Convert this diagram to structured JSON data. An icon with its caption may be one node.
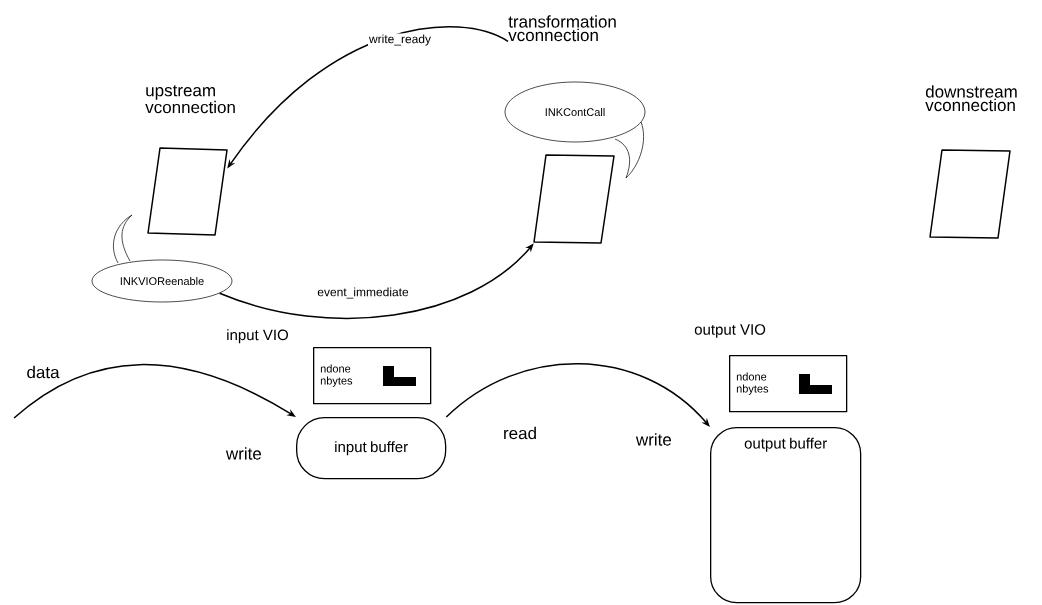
{
  "diagram": {
    "nodes": [
      {
        "text": [
          "transformation vconnection"
        ]
      },
      {
        "text": [
          "upstream vconnection"
        ]
      },
      {
        "text": [
          "downstream vconnection"
        ]
      },
      {
        "text": [],
        "shape": "box"
      },
      {
        "text": [
          "INKContCall"
        ]
      },
      {
        "text": [
          "INKVIOReenable"
        ]
      },
      {
        "text": [
          "input VIO",
          "ndone",
          "nbytes"
        ]
      },
      {
        "text": [
          "output VIO",
          "ndone",
          "nbytes"
        ]
      },
      {
        "text": [
          "input buffer"
        ]
      },
      {
        "text": [
          "output buffer"
        ]
      }
    ],
    "edges": [
      {
        "from": 0,
        "to": 1,
        "arrow": "to",
        "label": "write_ready"
      },
      {
        "from": 5,
        "to": 3,
        "arrow": "to",
        "label": "event_immediate"
      },
      {
        "from": null,
        "to": 8,
        "arrow": "to",
        "label": "data"
      },
      {
        "from": 8,
        "to": 9,
        "arrow": "to",
        "label": "read"
      }
    ],
    "labels": [
      "write",
      "write"
    ]
  }
}
